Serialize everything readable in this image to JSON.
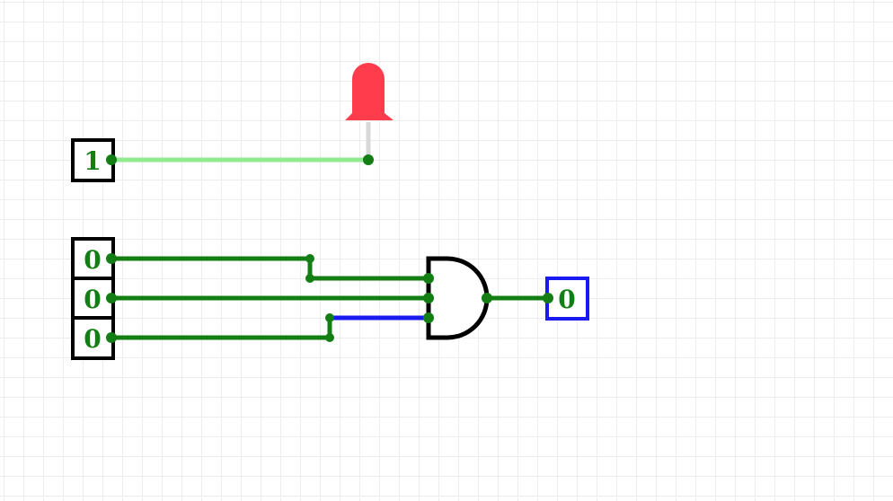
{
  "colors": {
    "wire_on": "#90ea90",
    "wire_off": "#137e13",
    "wire_selected": "#1a1af0",
    "node": "#137e13",
    "pin_text": "#137e13",
    "pin_border": "#000000",
    "probe_border": "#1a1af0",
    "led_on": "#ff3c4c",
    "led_leg": "#d8d8d8",
    "gate": "#000000"
  },
  "circuit": {
    "single_input": {
      "value": "1"
    },
    "multi_input": {
      "bits": [
        "0",
        "0",
        "0"
      ]
    },
    "and_gate": {
      "name": "AND"
    },
    "output_probe": {
      "value": "0"
    },
    "led": {
      "state": "on"
    }
  }
}
